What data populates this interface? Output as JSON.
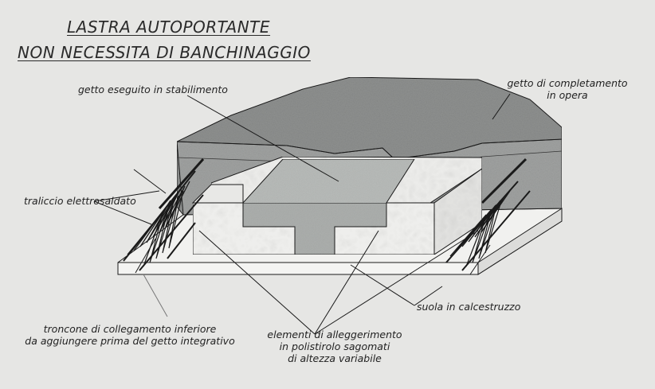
{
  "title": {
    "line1": "LASTRA AUTOPORTANTE",
    "line2": "NON NECESSITA DI BANCHINAGGIO"
  },
  "labels": {
    "getto_stabilimento": "getto eseguito in stabilimento",
    "getto_completamento_1": "getto di completamento",
    "getto_completamento_2": "in opera",
    "traliccio": "traliccio elettrosaldato",
    "suola": "suola in calcestruzzo",
    "troncone_1": "troncone di collegamento inferiore",
    "troncone_2": "da aggiungere prima del getto integrativo",
    "elementi_1": "elementi di alleggerimento",
    "elementi_2": "in polistirolo sagomati",
    "elementi_3": "di altezza variabile"
  },
  "colors": {
    "background": "#e6e6e4",
    "concrete_dark": "#8f9190",
    "concrete_light": "#b9bcba",
    "polystyrene": "#efefed",
    "slab": "#f1f1ef",
    "lines": "#1a1a1a"
  }
}
